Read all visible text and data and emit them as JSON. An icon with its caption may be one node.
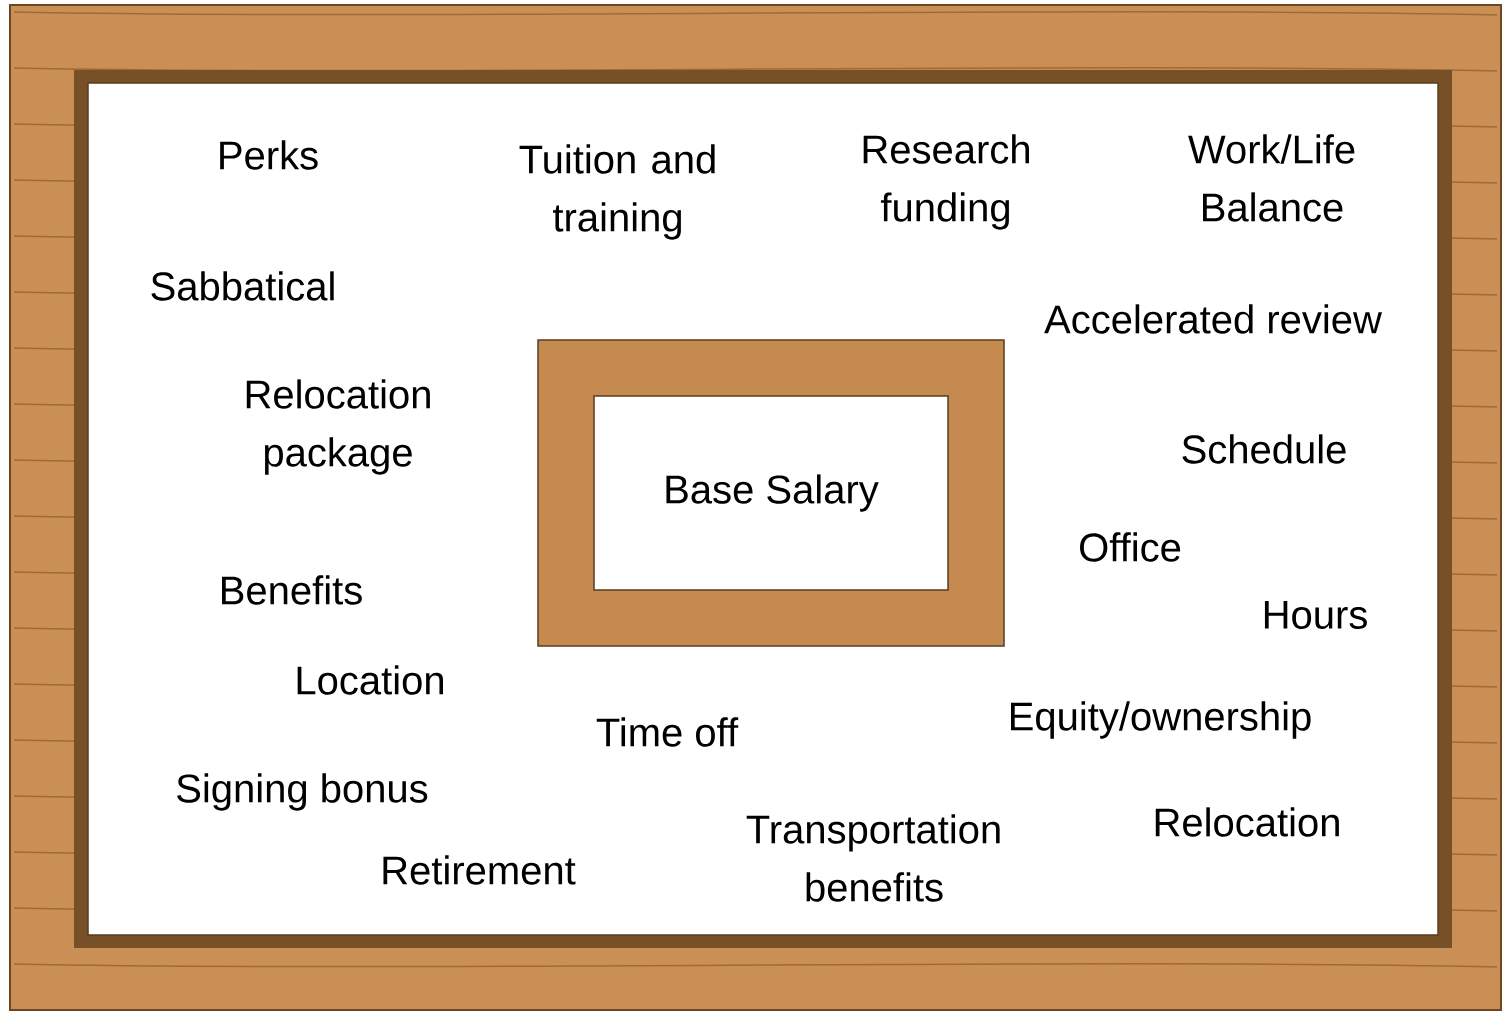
{
  "diagram": {
    "nodes": [
      {
        "text": [
          "Base Salary"
        ]
      }
    ],
    "edges": [],
    "labels": [
      "Perks",
      "Tuition and training",
      "Research funding",
      "Work/Life Balance",
      "Sabbatical",
      "Accelerated review",
      "Relocation package",
      "Schedule",
      "Office",
      "Benefits",
      "Hours",
      "Location",
      "Time off",
      "Equity/ownership",
      "Signing bonus",
      "Relocation",
      "Transportation benefits",
      "Retirement"
    ]
  }
}
